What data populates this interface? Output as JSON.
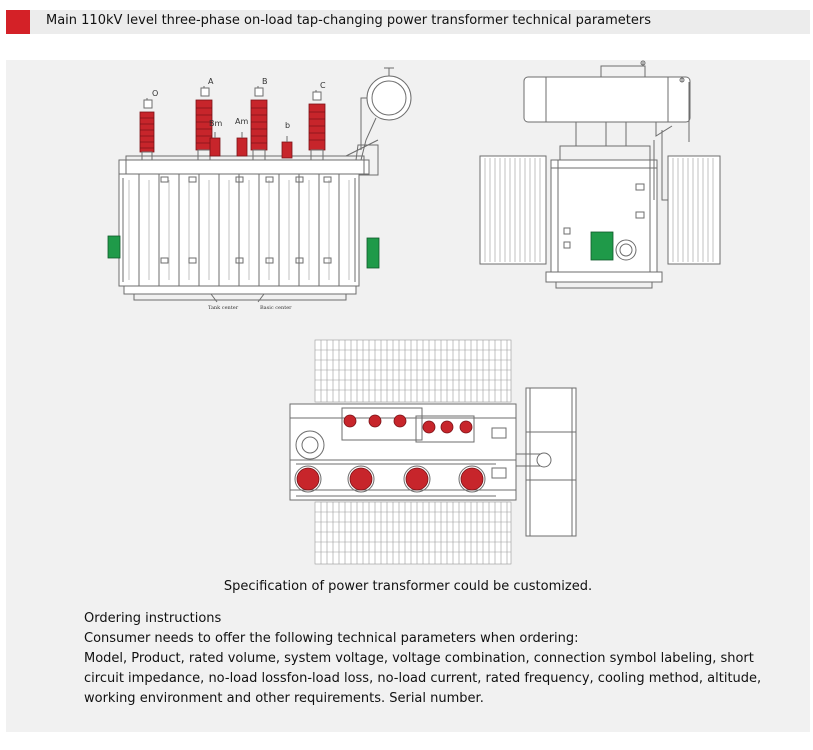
{
  "header": {
    "title": "Main 110kV level three-phase on-load tap-changing power transformer technical parameters",
    "accent_color": "#d42127"
  },
  "drawings": {
    "front_view": {
      "bushing_labels": [
        "O",
        "A",
        "B",
        "C",
        "Bm",
        "Am",
        "b"
      ],
      "base_labels": [
        "Tank center",
        "Basic center"
      ]
    },
    "side_view": {},
    "top_view": {}
  },
  "caption": "Specification of power transformer could be customized.",
  "ordering": {
    "title": "Ordering instructions",
    "intro": "Consumer needs to offer the following technical parameters when ordering:",
    "details": "Model, Product, rated volume, system voltage, voltage combination, connection symbol labeling, short circuit impedance, no-load lossfon-load loss, no-load current, rated frequency, cooling method, altitude, working environment and other requirements. Serial number."
  },
  "colors": {
    "bushing_red": "#c7252b",
    "terminal_box_green": "#1f9a49",
    "panel_background": "#f1f1f1"
  }
}
